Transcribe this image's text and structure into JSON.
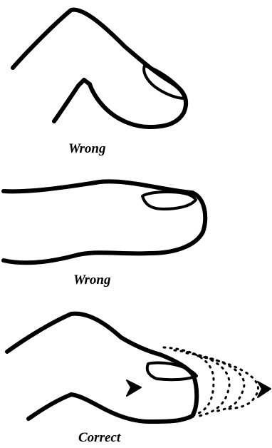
{
  "panels": [
    {
      "caption": "Wrong",
      "verdict": "incorrect"
    },
    {
      "caption": "Wrong",
      "verdict": "incorrect"
    },
    {
      "caption": "Correct",
      "verdict": "correct"
    }
  ]
}
